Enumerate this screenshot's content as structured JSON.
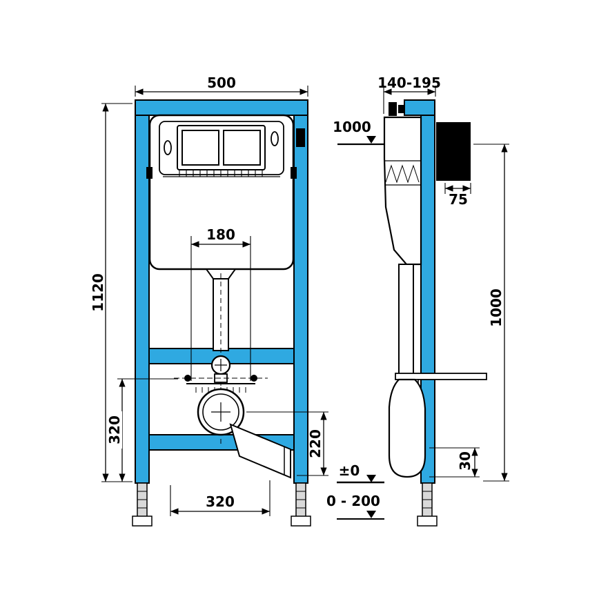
{
  "colors": {
    "frame_blue": "#2FA9E1",
    "line_black": "#000000",
    "background": "#FFFFFF",
    "foot_gray": "#D9D9D9"
  },
  "front_view": {
    "dim_width_top": "500",
    "dim_total_height": "1120",
    "dim_flush_center_span": "180",
    "dim_lower_section": "320",
    "dim_outlet_center_height": "220",
    "dim_bottom_span": "320"
  },
  "side_view": {
    "dim_depth_range": "140-195",
    "dim_panel_level": "1000",
    "dim_block_depth": "75",
    "dim_height": "1000",
    "dim_outlet_offset": "30",
    "dim_floor_level": "±0",
    "dim_floor_adjust_range": "0 - 200"
  }
}
